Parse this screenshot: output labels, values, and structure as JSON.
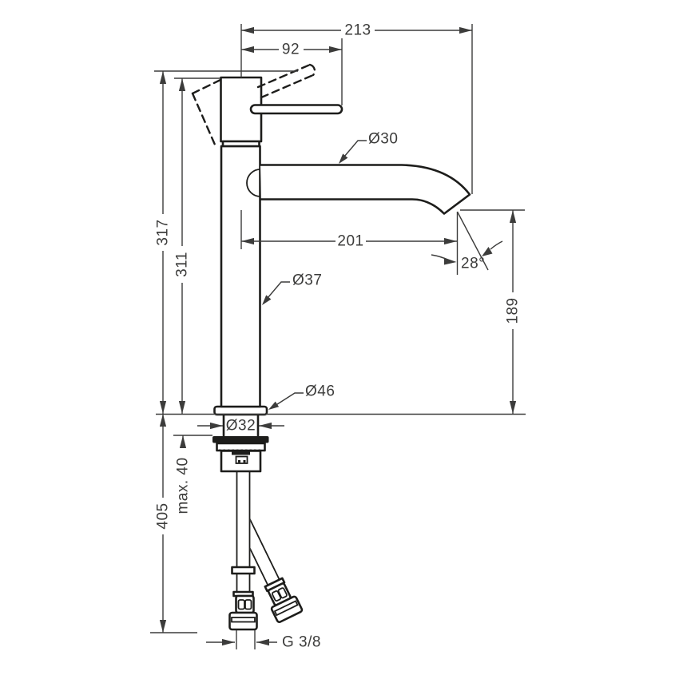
{
  "drawing": {
    "description": "Technical dimension drawing of a tall single-lever basin mixer faucet, side view, with base flange, mounting shank hardware and two flexible supply hoses",
    "view": "side elevation"
  },
  "dims": {
    "spout_overall_width": "213",
    "handle_length": "92",
    "spout_diameter": "Ø30",
    "total_height": "317",
    "body_height": "311",
    "spout_reach": "201",
    "spout_angle": "28°",
    "body_diameter": "Ø37",
    "outlet_height": "189",
    "base_diameter": "Ø46",
    "shank_diameter": "Ø32",
    "max_deck_thickness": "max. 40",
    "hose_length": "405",
    "connection_thread": "G 3/8"
  },
  "colors": {
    "background": "#ffffff",
    "object_line": "#1d1d1b",
    "dimension_line": "#3c3c3b",
    "text": "#3c3c3b"
  }
}
